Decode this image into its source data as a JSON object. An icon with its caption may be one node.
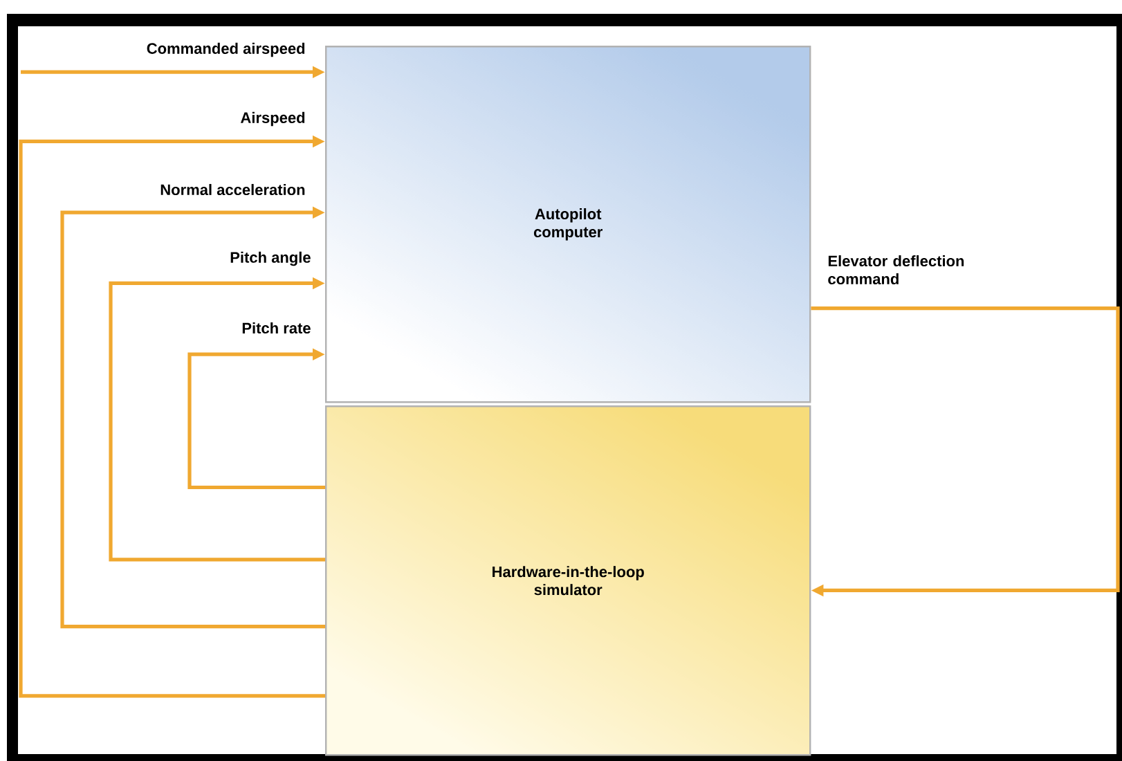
{
  "diagram": {
    "nodes": [
      {
        "text": [
          "Autopilot computer"
        ]
      },
      {
        "text": [
          "Hardware-in-the-loop simulator"
        ]
      }
    ],
    "edges": [
      {
        "from": null,
        "to": 0,
        "arrow": "to",
        "label": "Commanded airspeed"
      },
      {
        "from": 1,
        "to": 0,
        "arrow": "to",
        "label": "Airspeed"
      },
      {
        "from": 1,
        "to": 0,
        "arrow": "to",
        "label": "Normal acceleration"
      },
      {
        "from": 1,
        "to": 0,
        "arrow": "to",
        "label": "Pitch angle"
      },
      {
        "from": 1,
        "to": 0,
        "arrow": "to",
        "label": "Pitch rate"
      },
      {
        "from": 0,
        "to": 1,
        "arrow": "to",
        "label": "Elevator deflection command"
      }
    ]
  }
}
